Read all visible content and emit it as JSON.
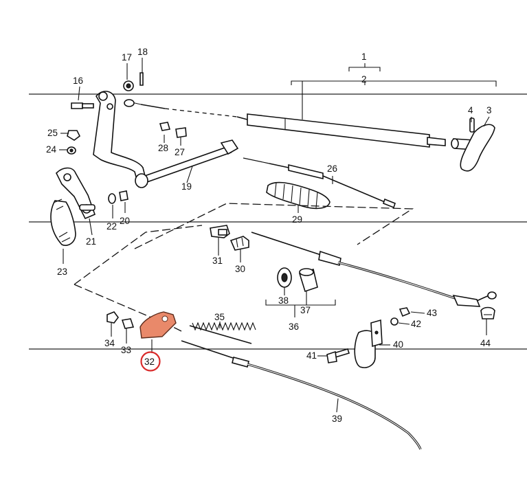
{
  "diagram": {
    "labels": {
      "l1": "1",
      "l2": "2",
      "l3": "3",
      "l4": "4",
      "l16": "16",
      "l17": "17",
      "l18": "18",
      "l19": "19",
      "l20": "20",
      "l21": "21",
      "l22": "22",
      "l23": "23",
      "l24": "24",
      "l25": "25",
      "l26": "26",
      "l27": "27",
      "l28": "28",
      "l29": "29",
      "l30": "30",
      "l31": "31",
      "l32": "32",
      "l33": "33",
      "l34": "34",
      "l35": "35",
      "l36": "36",
      "l37": "37",
      "l38": "38",
      "l39": "39",
      "l40": "40",
      "l41": "41",
      "l42": "42",
      "l43": "43",
      "l44": "44"
    },
    "highlight_color": "#d92b2b",
    "highlight_part_color": "#e9896a"
  }
}
